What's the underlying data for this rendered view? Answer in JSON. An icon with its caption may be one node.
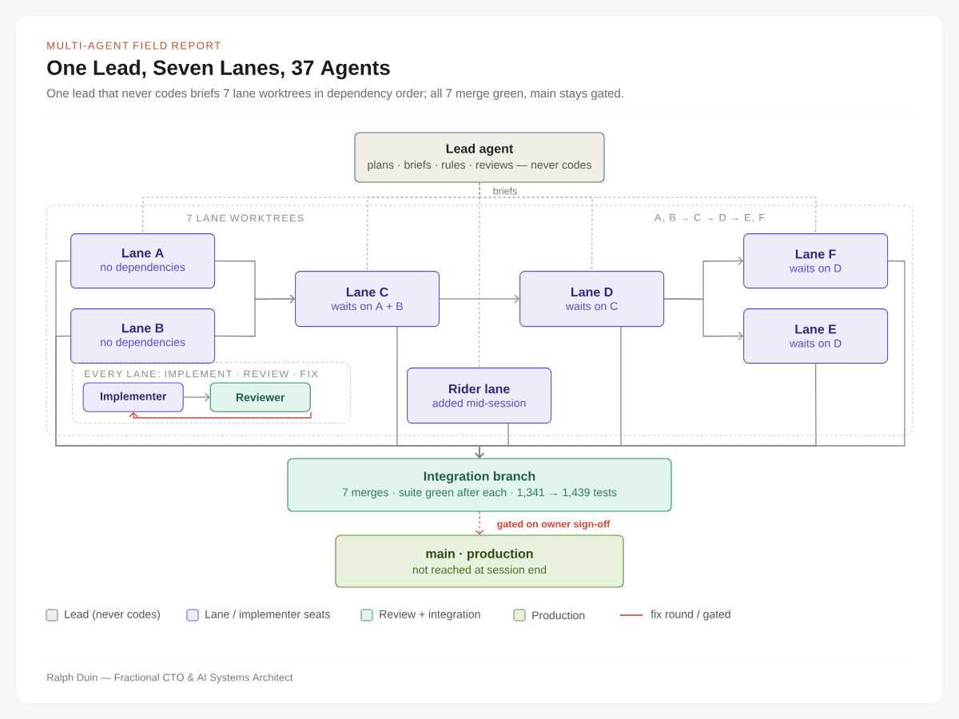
{
  "diagram": {
    "title": "One Lead, Seven Lanes, 37 Agents",
    "nodes": [
      {
        "text": [
          "Lead agent",
          "plans · briefs · rules · reviews — never codes"
        ]
      },
      {
        "text": [
          "7 LANE WORKTREES",
          "A, B → C → D → E, F"
        ]
      },
      {
        "text": [
          "Lane A",
          "no dependencies"
        ],
        "in": 1
      },
      {
        "text": [
          "Lane B",
          "no dependencies"
        ],
        "in": 1
      },
      {
        "text": [
          "Lane C",
          "waits on A + B"
        ],
        "in": 1
      },
      {
        "text": [
          "Lane D",
          "waits on C"
        ],
        "in": 1
      },
      {
        "text": [
          "Lane F",
          "waits on D"
        ],
        "in": 1
      },
      {
        "text": [
          "Lane E",
          "waits on D"
        ],
        "in": 1
      },
      {
        "text": [
          "EVERY LANE: IMPLEMENT · REVIEW · FIX"
        ],
        "in": 1
      },
      {
        "text": [
          "Implementer"
        ],
        "in": 8
      },
      {
        "text": [
          "Reviewer"
        ],
        "in": 8
      },
      {
        "text": [
          "Rider lane",
          "added mid-session"
        ],
        "in": 1
      },
      {
        "text": [
          "Integration branch",
          "7 merges · suite green after each · 1,341 → 1,439 tests"
        ]
      },
      {
        "text": [
          "main · production",
          "not reached at session end"
        ]
      }
    ],
    "edges": [
      {
        "from": 0,
        "to": 2,
        "arrow": "none",
        "style": "dashed",
        "color": "#a9a9a4"
      },
      {
        "from": 0,
        "to": 4,
        "arrow": "none",
        "style": "dashed",
        "color": "#a9a9a4"
      },
      {
        "from": 0,
        "to": 11,
        "arrow": "none",
        "style": "dashed",
        "color": "#a9a9a4",
        "label": "briefs"
      },
      {
        "from": 0,
        "to": 5,
        "arrow": "none",
        "style": "dashed",
        "color": "#a9a9a4"
      },
      {
        "from": 0,
        "to": 6,
        "arrow": "none",
        "style": "dashed",
        "color": "#a9a9a4"
      },
      {
        "from": 2,
        "to": 4,
        "arrow": "to"
      },
      {
        "from": 3,
        "to": 4,
        "arrow": "to"
      },
      {
        "from": 4,
        "to": 5,
        "arrow": "to"
      },
      {
        "from": 5,
        "to": 6,
        "arrow": "to"
      },
      {
        "from": 5,
        "to": 7,
        "arrow": "to"
      },
      {
        "from": 9,
        "to": 10,
        "arrow": "to"
      },
      {
        "from": 10,
        "to": 9,
        "arrow": "to",
        "color": "#d8433a"
      },
      {
        "from": 2,
        "to": 12,
        "arrow": "to"
      },
      {
        "from": 3,
        "to": 12,
        "arrow": "to"
      },
      {
        "from": 4,
        "to": 12,
        "arrow": "to"
      },
      {
        "from": 11,
        "to": 12,
        "arrow": "to"
      },
      {
        "from": 5,
        "to": 12,
        "arrow": "to"
      },
      {
        "from": 7,
        "to": 12,
        "arrow": "to"
      },
      {
        "from": 6,
        "to": 12,
        "arrow": "to"
      },
      {
        "from": 12,
        "to": 13,
        "arrow": "to",
        "style": "dashed",
        "color": "#d8433a",
        "label": "gated on owner sign-off"
      }
    ],
    "labels": [
      "MULTI-AGENT FIELD REPORT",
      "One lead that never codes briefs 7 lane worktrees in dependency order; all 7 merge green, main stays gated.",
      "Ralph Duin — Fractional CTO & AI Systems Architect"
    ],
    "legend": [
      {
        "text": "Lead (never codes)",
        "color": "#f1eee8"
      },
      {
        "text": "Lane / implementer seats",
        "color": "#eeecfb"
      },
      {
        "text": "Review + integration",
        "color": "#e1f4ee"
      },
      {
        "text": "Production",
        "color": "#e8f1dc"
      },
      {
        "text": "fix round / gated"
      }
    ]
  }
}
